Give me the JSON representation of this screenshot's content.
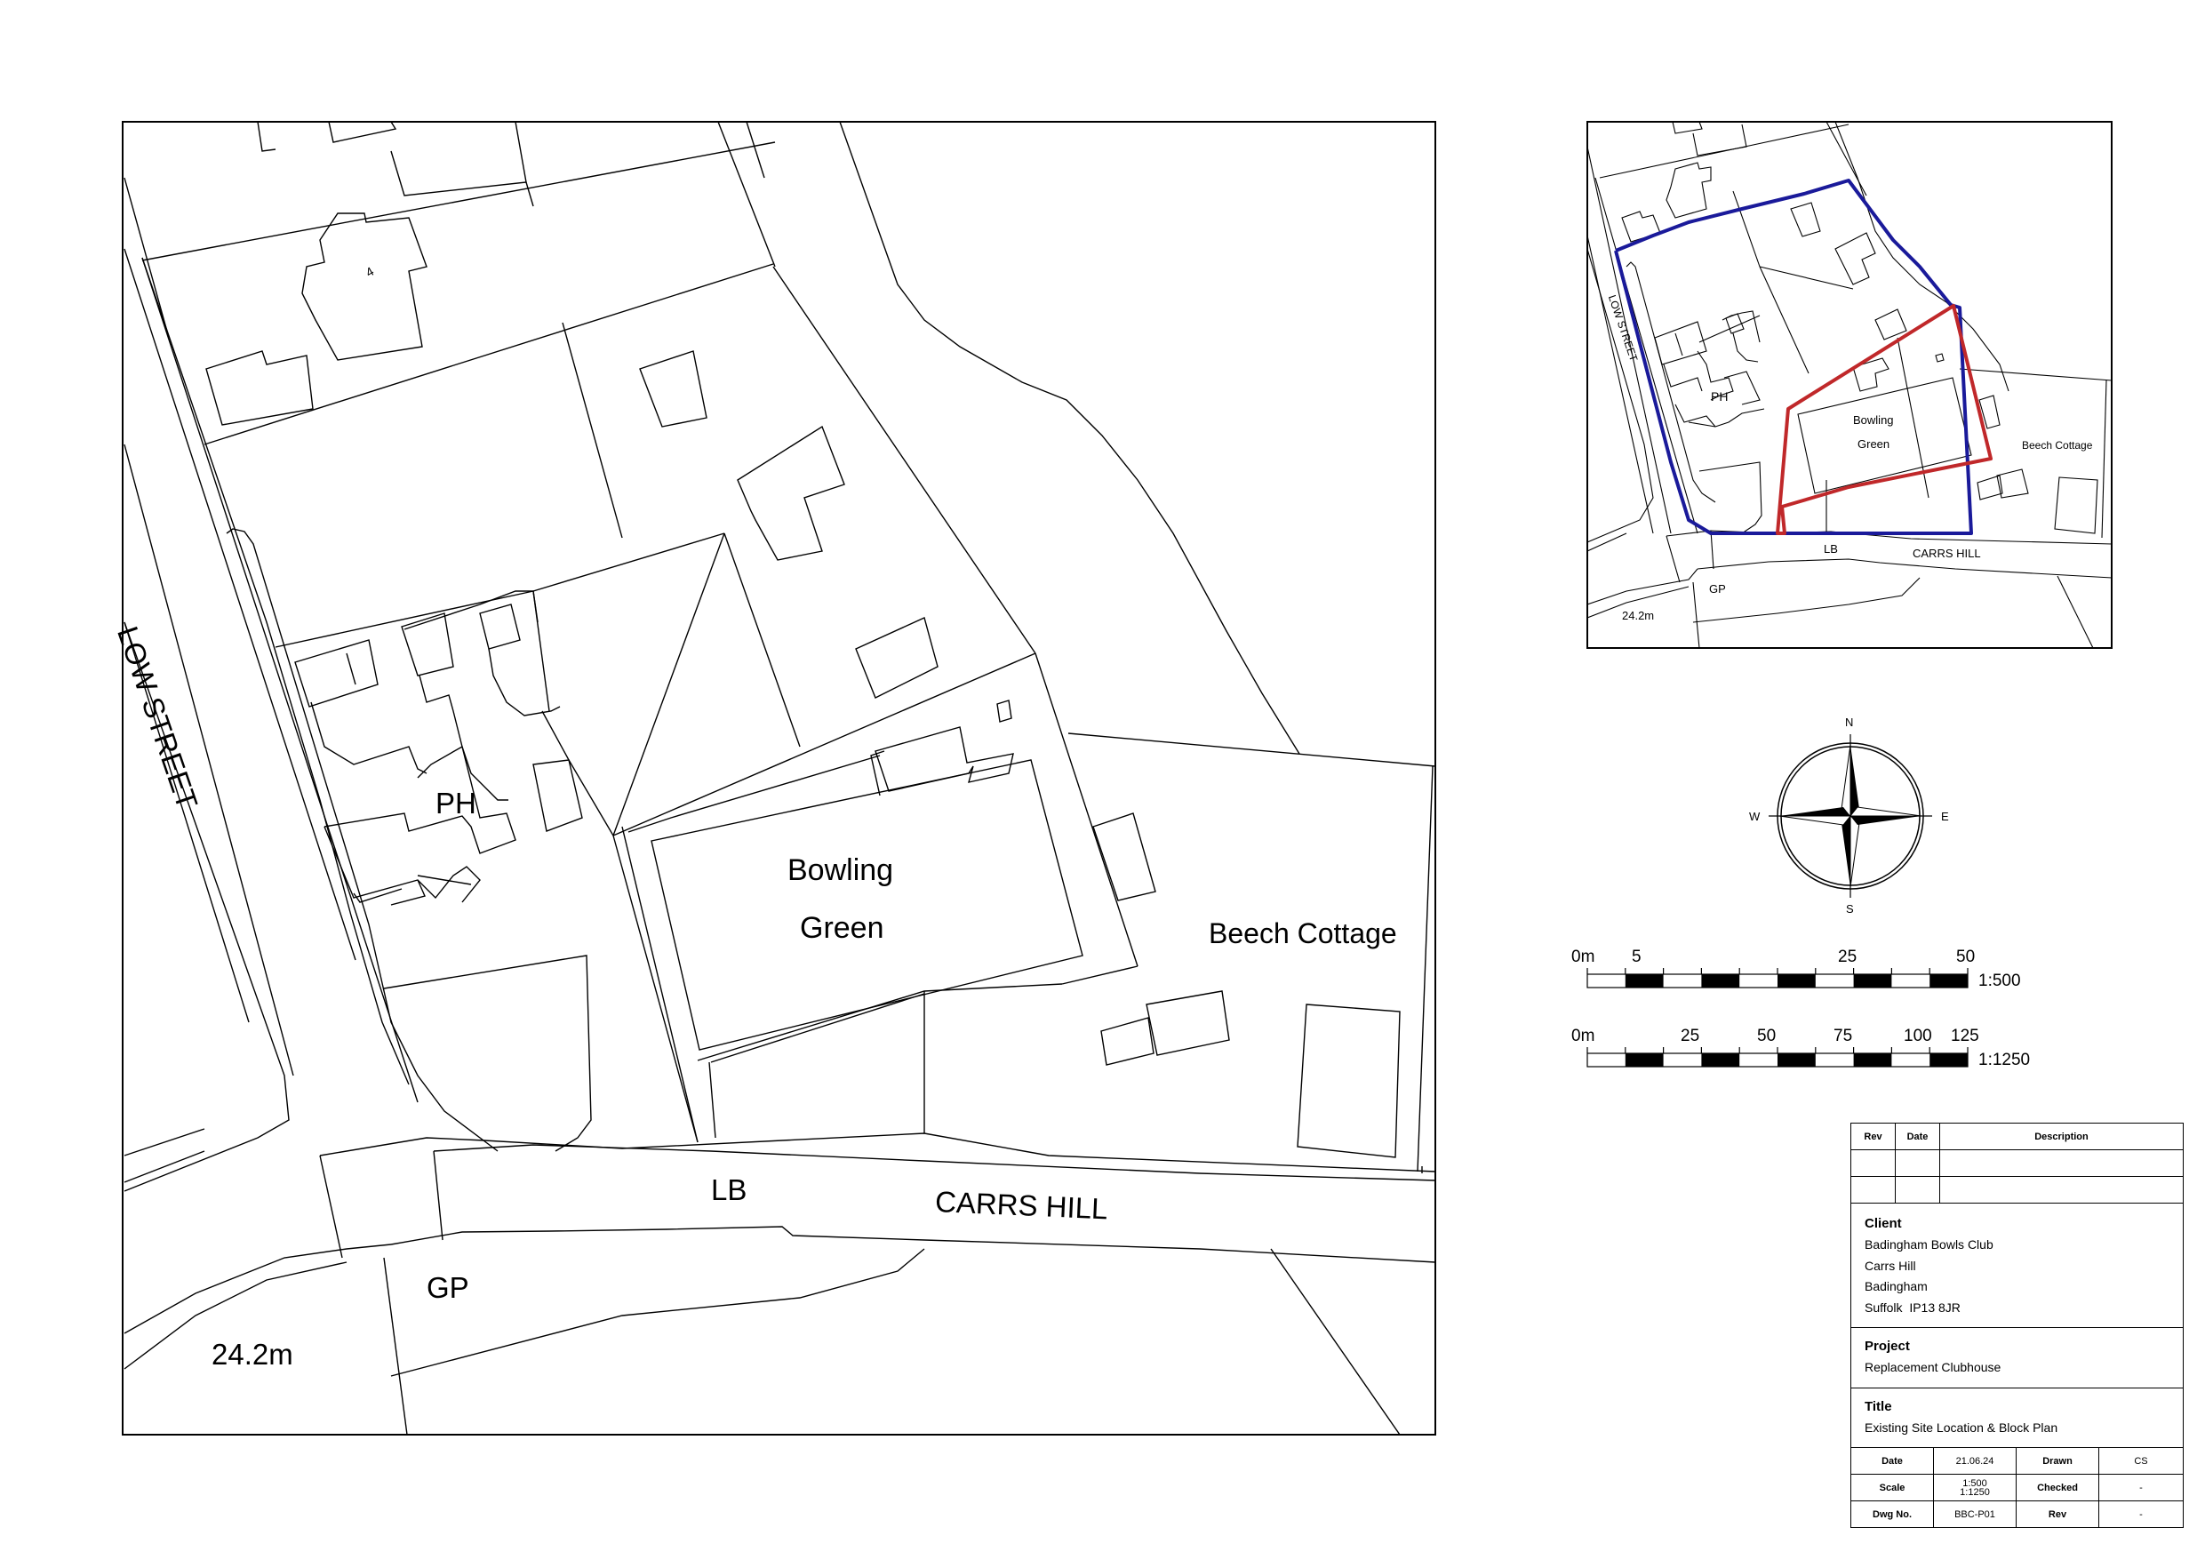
{
  "drawing": {
    "block_plan": {
      "scale": "1:500",
      "labels": {
        "low_street": "LOW STREET",
        "ph": "PH",
        "bowling": "Bowling",
        "green": "Green",
        "beech_cottage": "Beech Cottage",
        "lb": "LB",
        "carrs_hill": "CARRS HILL",
        "gp": "GP",
        "spot_height": "24.2m"
      }
    },
    "location_plan": {
      "scale": "1:1250",
      "site_boundary_color": "#c0282a",
      "ownership_boundary_color": "#1a1a9a",
      "labels": {
        "low_street": "LOW STREET",
        "ph": "PH",
        "bowling": "Bowling",
        "green": "Green",
        "beech_cottage": "Beech Cottage",
        "lb": "LB",
        "carrs_hill": "CARRS HILL",
        "gp": "GP",
        "spot_height": "24.2m"
      }
    },
    "north_arrow": {
      "n": "N",
      "e": "E",
      "s": "S",
      "w": "W"
    },
    "scale_bars": [
      {
        "ratio": "1:500",
        "ticks": [
          "0m",
          "5",
          "25",
          "50"
        ]
      },
      {
        "ratio": "1:1250",
        "ticks": [
          "0m",
          "25",
          "50",
          "75",
          "100",
          "125"
        ]
      }
    ]
  },
  "title_block": {
    "revisions": {
      "headers": [
        "Rev",
        "Date",
        "Description"
      ],
      "rows": [
        [
          "",
          "",
          ""
        ],
        [
          "",
          "",
          ""
        ]
      ]
    },
    "client": {
      "heading": "Client",
      "lines": [
        "Badingham Bowls Club",
        "Carrs Hill",
        "Badingham",
        "Suffolk  IP13 8JR"
      ]
    },
    "project": {
      "heading": "Project",
      "value": "Replacement Clubhouse"
    },
    "title": {
      "heading": "Title",
      "value": "Existing Site Location & Block Plan"
    },
    "meta": {
      "date_label": "Date",
      "date": "21.06.24",
      "drawn_label": "Drawn",
      "drawn": "CS",
      "scale_label": "Scale",
      "scale_1": "1:500",
      "scale_2": "1:1250",
      "checked_label": "Checked",
      "checked": "-",
      "dwg_label": "Dwg No.",
      "dwg": "BBC-P01",
      "rev_label": "Rev",
      "rev": "-"
    }
  }
}
